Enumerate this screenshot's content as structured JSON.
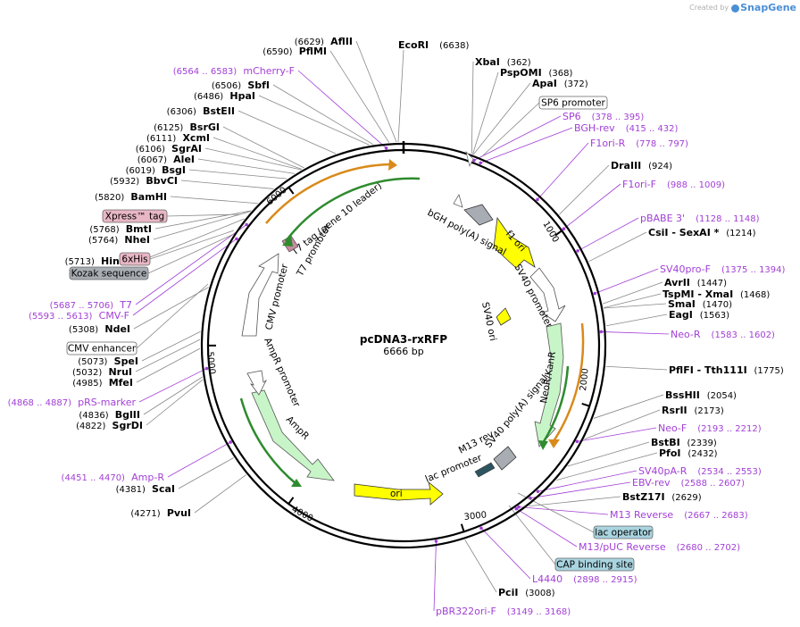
{
  "title": "pcDNA3-rxRFP",
  "length_label": "6666 bp",
  "total_bp": 6666,
  "credit": {
    "prefix": "Created by",
    "brand": "SnapGene"
  },
  "colors": {
    "enzyme": "#000000",
    "primer": "#a23fd6",
    "yellow": "#ffff00",
    "green_fill": "#c8f5c8",
    "green_line": "#2e8b2e",
    "orange_line": "#d98a1a",
    "promoter_fill": "#ffffff",
    "grey_box": "#a8adb3",
    "pink_box": "#e8b6c4",
    "blue_box": "#a9d4e0"
  },
  "tick_marks": [
    {
      "bp": 1000,
      "label": "1000"
    },
    {
      "bp": 2000,
      "label": "2000"
    },
    {
      "bp": 3000,
      "label": "3000"
    },
    {
      "bp": 4000,
      "label": "4000"
    },
    {
      "bp": 5000,
      "label": "5000"
    },
    {
      "bp": 6000,
      "label": "6000"
    }
  ],
  "enzymes_right": [
    {
      "name": "XbaI",
      "pos": "(362)",
      "bp": 362
    },
    {
      "name": "PspOMI",
      "pos": "(368)",
      "bp": 368
    },
    {
      "name": "ApaI",
      "pos": "(372)",
      "bp": 372
    },
    {
      "name": "DraIII",
      "pos": "(924)",
      "bp": 924
    },
    {
      "name": "CsiI - SexAI *",
      "pos": "(1214)",
      "bp": 1214
    },
    {
      "name": "AvrII",
      "pos": "(1447)",
      "bp": 1447
    },
    {
      "name": "TspMI - XmaI",
      "pos": "(1468)",
      "bp": 1468
    },
    {
      "name": "SmaI",
      "pos": "(1470)",
      "bp": 1470
    },
    {
      "name": "EagI",
      "pos": "(1563)",
      "bp": 1563
    },
    {
      "name": "PflFI - Tth111I",
      "pos": "(1775)",
      "bp": 1775
    },
    {
      "name": "BssHII",
      "pos": "(2054)",
      "bp": 2054
    },
    {
      "name": "RsrII",
      "pos": "(2173)",
      "bp": 2173
    },
    {
      "name": "BstBI",
      "pos": "(2339)",
      "bp": 2339
    },
    {
      "name": "PfoI",
      "pos": "(2432)",
      "bp": 2432
    },
    {
      "name": "BstZ17I",
      "pos": "(2629)",
      "bp": 2629
    },
    {
      "name": "PciI",
      "pos": "(3008)",
      "bp": 3008
    }
  ],
  "enzymes_left": [
    {
      "name": "EcoRI",
      "pos": "(6638)",
      "bp": 6638
    },
    {
      "name": "AflII",
      "pos": "(6629)",
      "bp": 6629
    },
    {
      "name": "PflMI",
      "pos": "(6590)",
      "bp": 6590
    },
    {
      "name": "SbfI",
      "pos": "(6506)",
      "bp": 6506
    },
    {
      "name": "HpaI",
      "pos": "(6486)",
      "bp": 6486
    },
    {
      "name": "BstEII",
      "pos": "(6306)",
      "bp": 6306
    },
    {
      "name": "BsrGI",
      "pos": "(6125)",
      "bp": 6125
    },
    {
      "name": "XcmI",
      "pos": "(6111)",
      "bp": 6111
    },
    {
      "name": "SgrAI",
      "pos": "(6106)",
      "bp": 6106
    },
    {
      "name": "AleI",
      "pos": "(6067)",
      "bp": 6067
    },
    {
      "name": "BsgI",
      "pos": "(6019)",
      "bp": 6019
    },
    {
      "name": "BbvCI",
      "pos": "(5932)",
      "bp": 5932
    },
    {
      "name": "BamHI",
      "pos": "(5820)",
      "bp": 5820
    },
    {
      "name": "BmtI",
      "pos": "(5768)",
      "bp": 5768
    },
    {
      "name": "NheI",
      "pos": "(5764)",
      "bp": 5764
    },
    {
      "name": "HindIII",
      "pos": "(5713)",
      "bp": 5713
    },
    {
      "name": "NdeI",
      "pos": "(5308)",
      "bp": 5308
    },
    {
      "name": "SpeI",
      "pos": "(5073)",
      "bp": 5073
    },
    {
      "name": "NruI",
      "pos": "(5032)",
      "bp": 5032
    },
    {
      "name": "MfeI",
      "pos": "(4985)",
      "bp": 4985
    },
    {
      "name": "BglII",
      "pos": "(4836)",
      "bp": 4836
    },
    {
      "name": "SgrDI",
      "pos": "(4822)",
      "bp": 4822
    },
    {
      "name": "ScaI",
      "pos": "(4381)",
      "bp": 4381
    },
    {
      "name": "PvuI",
      "pos": "(4271)",
      "bp": 4271
    }
  ],
  "primers_right": [
    {
      "name": "SP6",
      "pos": "(378 .. 395)",
      "bp": 386
    },
    {
      "name": "BGH-rev",
      "pos": "(415 .. 432)",
      "bp": 423
    },
    {
      "name": "F1ori-R",
      "pos": "(778 .. 797)",
      "bp": 787
    },
    {
      "name": "F1ori-F",
      "pos": "(988 .. 1009)",
      "bp": 998
    },
    {
      "name": "pBABE 3'",
      "pos": "(1128 .. 1148)",
      "bp": 1138
    },
    {
      "name": "SV40pro-F",
      "pos": "(1375 .. 1394)",
      "bp": 1384
    },
    {
      "name": "Neo-R",
      "pos": "(1583 .. 1602)",
      "bp": 1592
    },
    {
      "name": "Neo-F",
      "pos": "(2193 .. 2212)",
      "bp": 2202
    },
    {
      "name": "SV40pA-R",
      "pos": "(2534 .. 2553)",
      "bp": 2543
    },
    {
      "name": "EBV-rev",
      "pos": "(2588 .. 2607)",
      "bp": 2597
    },
    {
      "name": "M13 Reverse",
      "pos": "(2667 .. 2683)",
      "bp": 2675
    },
    {
      "name": "M13/pUC Reverse",
      "pos": "(2680 .. 2702)",
      "bp": 2691
    },
    {
      "name": "L4440",
      "pos": "(2898 .. 2915)",
      "bp": 2906
    },
    {
      "name": "pBR322ori-F",
      "pos": "(3149 .. 3168)",
      "bp": 3158
    }
  ],
  "primers_left": [
    {
      "name": "mCherry-F",
      "pos": "(6564 .. 6583)",
      "bp": 6573
    },
    {
      "name": "T7",
      "pos": "(5687 .. 5706)",
      "bp": 5696
    },
    {
      "name": "CMV-F",
      "pos": "(5593 .. 5613)",
      "bp": 5603
    },
    {
      "name": "pRS-marker",
      "pos": "(4868 .. 4887)",
      "bp": 4877
    },
    {
      "name": "Amp-R",
      "pos": "(4451 .. 4470)",
      "bp": 4460
    }
  ],
  "boxed_features": [
    {
      "name": "SP6 promoter",
      "style": "white"
    },
    {
      "name": "Xpress™ tag",
      "style": "pink"
    },
    {
      "name": "6xHis",
      "style": "pink"
    },
    {
      "name": "Kozak sequence",
      "style": "grey"
    },
    {
      "name": "CMV enhancer",
      "style": "white"
    },
    {
      "name": "lac operator",
      "style": "blue"
    },
    {
      "name": "CAP binding site",
      "style": "blue"
    }
  ],
  "ring_features": [
    {
      "name": "f1 ori",
      "kind": "yellow"
    },
    {
      "name": "SV40 promoter",
      "kind": "white"
    },
    {
      "name": "SV40 ori",
      "kind": "yellow"
    },
    {
      "name": "NeoR/KanR",
      "kind": "green"
    },
    {
      "name": "SV40 poly(A) signal",
      "kind": "grey"
    },
    {
      "name": "bGH poly(A) signal",
      "kind": "grey"
    },
    {
      "name": "M13 rev",
      "kind": "label"
    },
    {
      "name": "lac promoter",
      "kind": "label"
    },
    {
      "name": "ori",
      "kind": "yellow"
    },
    {
      "name": "AmpR",
      "kind": "green"
    },
    {
      "name": "AmpR promoter",
      "kind": "white"
    },
    {
      "name": "CMV promoter",
      "kind": "white"
    },
    {
      "name": "T7 promoter",
      "kind": "label"
    },
    {
      "name": "T7 tag (gene 10 leader)",
      "kind": "label"
    }
  ]
}
